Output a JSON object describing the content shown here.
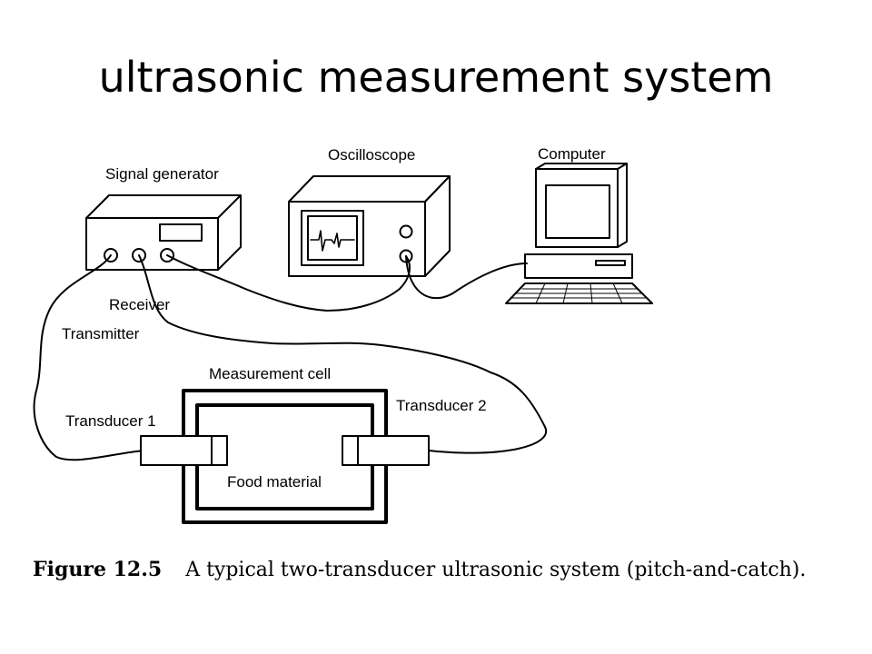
{
  "slide": {
    "title": "ultrasonic measurement system"
  },
  "diagram": {
    "labels": {
      "signal_generator": "Signal generator",
      "oscilloscope": "Oscilloscope",
      "computer": "Computer",
      "receiver": "Receiver",
      "transmitter": "Transmitter",
      "measurement_cell": "Measurement cell",
      "transducer_1": "Transducer 1",
      "transducer_2": "Transducer 2",
      "food_material": "Food material"
    }
  },
  "caption": {
    "number": "Figure 12.5",
    "text": "A typical two-transducer ultrasonic system (pitch-and-catch)."
  }
}
